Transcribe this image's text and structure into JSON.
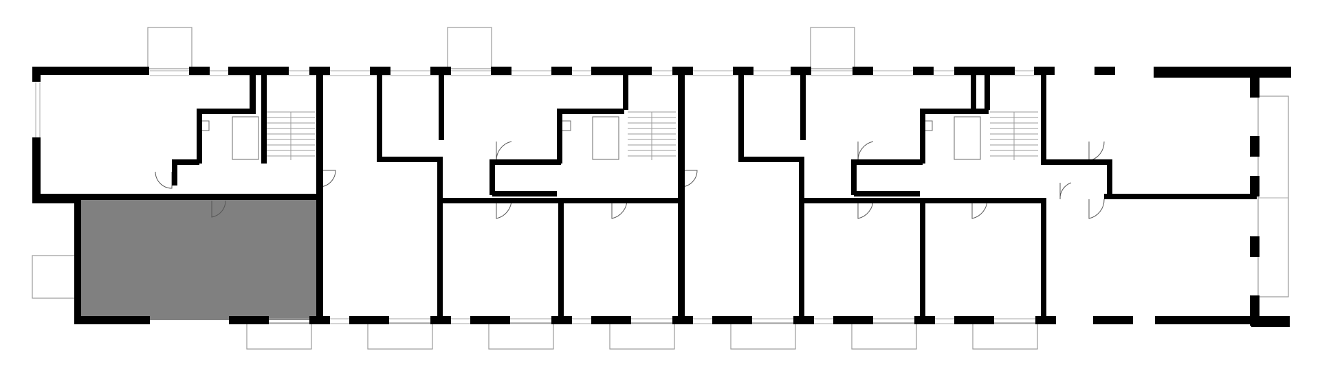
{
  "plan": {
    "background": "#ffffff",
    "wall_color": "#000000",
    "highlight_color": "#808080",
    "line_color": "#9a9a9a",
    "highlighted_units": 1,
    "sections": 3,
    "stairwells": 3,
    "balconies": 11
  }
}
